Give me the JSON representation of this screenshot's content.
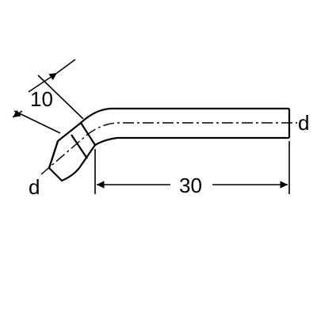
{
  "drawing": {
    "dimensions": {
      "length": "30",
      "offset": "10",
      "diameter_pipe_end": "d",
      "diameter_socket_end": "d"
    },
    "colors": {
      "line": "#000000",
      "background": "#ffffff"
    }
  }
}
